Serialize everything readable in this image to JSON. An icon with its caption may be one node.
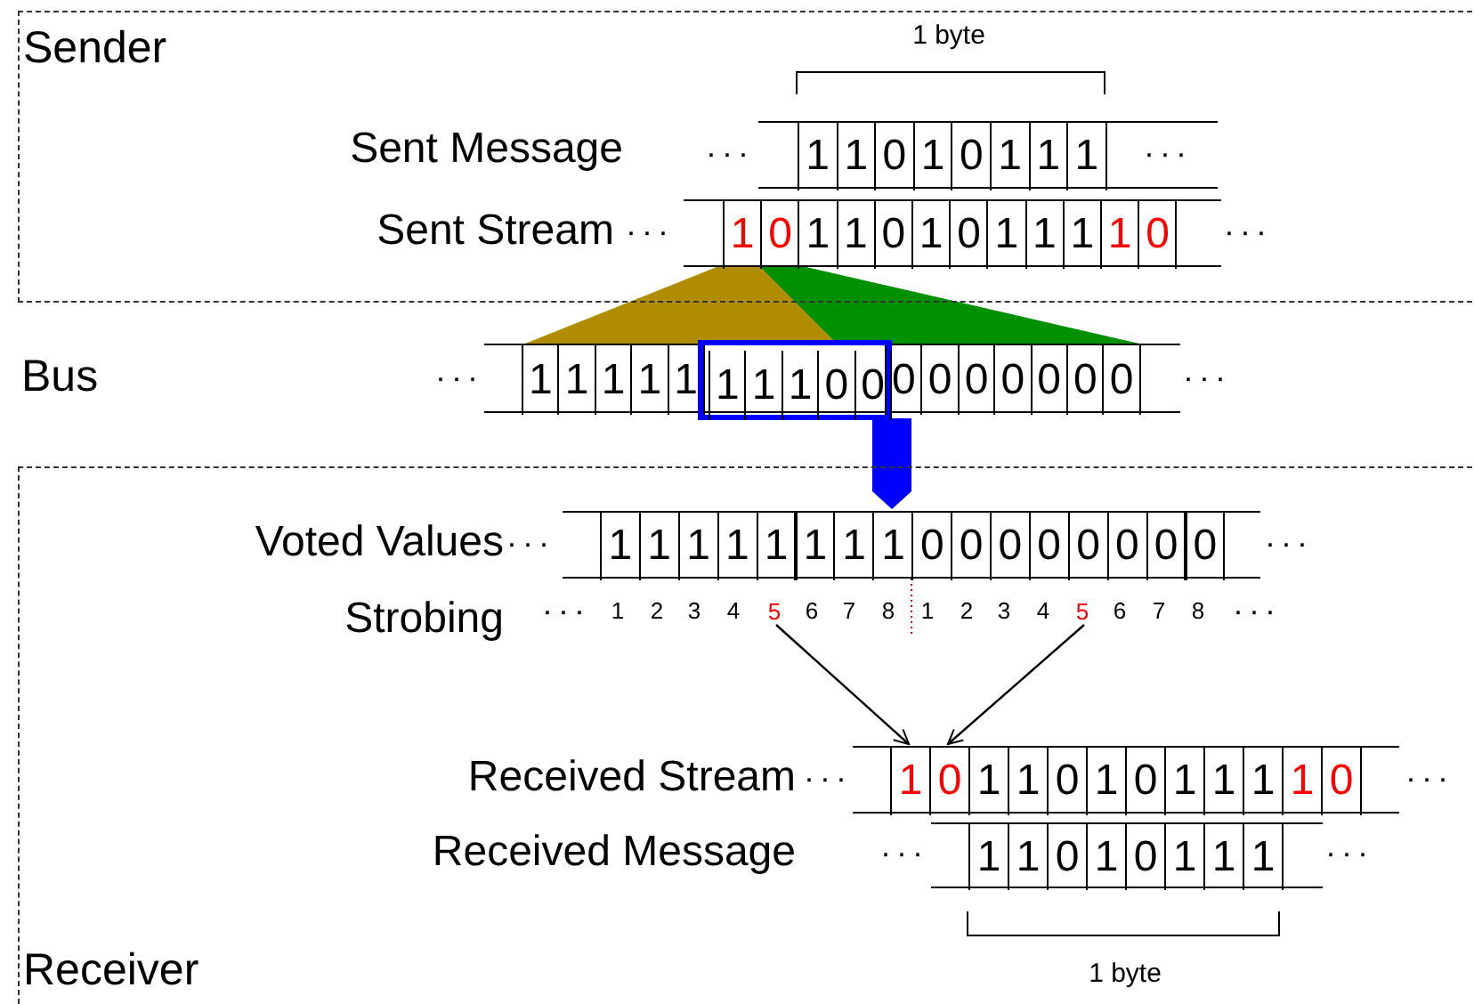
{
  "diagram": {
    "nodes": [
      {
        "text": [
          "Sender"
        ]
      },
      {
        "text": [],
        "shape": "bar",
        "in": 0
      },
      {
        "text": [
          "1"
        ],
        "in": 1
      },
      {
        "text": [
          "1"
        ],
        "in": 1
      },
      {
        "text": [
          "0"
        ],
        "in": 1
      },
      {
        "text": [
          "1"
        ],
        "in": 1
      },
      {
        "text": [
          "0"
        ],
        "in": 1
      },
      {
        "text": [
          "1"
        ],
        "in": 1
      },
      {
        "text": [
          "1"
        ],
        "in": 1
      },
      {
        "text": [
          "1"
        ],
        "in": 1
      },
      {
        "text": [],
        "shape": "bar",
        "in": 0
      },
      {
        "text": [
          "1"
        ],
        "in": 10
      },
      {
        "text": [
          "0"
        ],
        "in": 10
      },
      {
        "text": [
          "1"
        ],
        "in": 10
      },
      {
        "text": [
          "1"
        ],
        "in": 10
      },
      {
        "text": [
          "0"
        ],
        "in": 10
      },
      {
        "text": [
          "1"
        ],
        "in": 10
      },
      {
        "text": [
          "0"
        ],
        "in": 10
      },
      {
        "text": [
          "1"
        ],
        "in": 10
      },
      {
        "text": [
          "1"
        ],
        "in": 10
      },
      {
        "text": [
          "1"
        ],
        "in": 10
      },
      {
        "text": [
          "1"
        ],
        "in": 10
      },
      {
        "text": [
          "0"
        ],
        "in": 10
      },
      {
        "text": [],
        "shape": "bar"
      },
      {
        "text": [],
        "shape": "box",
        "in": 23
      },
      {
        "text": [
          "1"
        ],
        "in": 23
      },
      {
        "text": [
          "1"
        ],
        "in": 23
      },
      {
        "text": [
          "1"
        ],
        "in": 23
      },
      {
        "text": [
          "1"
        ],
        "in": 23
      },
      {
        "text": [
          "1"
        ],
        "in": 23
      },
      {
        "text": [
          "1"
        ],
        "in": 24
      },
      {
        "text": [
          "1"
        ],
        "in": 24
      },
      {
        "text": [
          "1"
        ],
        "in": 24
      },
      {
        "text": [
          "0"
        ],
        "in": 24
      },
      {
        "text": [
          "0"
        ],
        "in": 24
      },
      {
        "text": [
          "0"
        ],
        "in": 23
      },
      {
        "text": [
          "0"
        ],
        "in": 23
      },
      {
        "text": [
          "0"
        ],
        "in": 23
      },
      {
        "text": [
          "0"
        ],
        "in": 23
      },
      {
        "text": [
          "0"
        ],
        "in": 23
      },
      {
        "text": [
          "0"
        ],
        "in": 23
      },
      {
        "text": [
          "0"
        ],
        "in": 23
      },
      {
        "text": [
          "Receiver"
        ]
      },
      {
        "text": [],
        "shape": "bar",
        "in": 42
      },
      {
        "text": [
          "1"
        ],
        "in": 43
      },
      {
        "text": [
          "1"
        ],
        "in": 43
      },
      {
        "text": [
          "1"
        ],
        "in": 43
      },
      {
        "text": [
          "1"
        ],
        "in": 43
      },
      {
        "text": [
          "1"
        ],
        "in": 43
      },
      {
        "text": [
          "1"
        ],
        "in": 43
      },
      {
        "text": [
          "1"
        ],
        "in": 43
      },
      {
        "text": [
          "1"
        ],
        "in": 43
      },
      {
        "text": [
          "0"
        ],
        "in": 43
      },
      {
        "text": [
          "0"
        ],
        "in": 43
      },
      {
        "text": [
          "0"
        ],
        "in": 43
      },
      {
        "text": [
          "0"
        ],
        "in": 43
      },
      {
        "text": [
          "0"
        ],
        "in": 43
      },
      {
        "text": [
          "0"
        ],
        "in": 43
      },
      {
        "text": [
          "0"
        ],
        "in": 43
      },
      {
        "text": [
          "0"
        ],
        "in": 43
      },
      {
        "text": [
          "5"
        ],
        "in": 42
      },
      {
        "text": [
          "5"
        ],
        "in": 42
      },
      {
        "text": [],
        "shape": "bar",
        "in": 42
      },
      {
        "text": [
          "1"
        ],
        "in": 62
      },
      {
        "text": [
          "0"
        ],
        "in": 62
      },
      {
        "text": [
          "1"
        ],
        "in": 62
      },
      {
        "text": [
          "1"
        ],
        "in": 62
      },
      {
        "text": [
          "0"
        ],
        "in": 62
      },
      {
        "text": [
          "1"
        ],
        "in": 62
      },
      {
        "text": [
          "0"
        ],
        "in": 62
      },
      {
        "text": [
          "1"
        ],
        "in": 62
      },
      {
        "text": [
          "1"
        ],
        "in": 62
      },
      {
        "text": [
          "1"
        ],
        "in": 62
      },
      {
        "text": [
          "1"
        ],
        "in": 62
      },
      {
        "text": [
          "0"
        ],
        "in": 62
      },
      {
        "text": [],
        "shape": "bar",
        "in": 42
      },
      {
        "text": [
          "1"
        ],
        "in": 75
      },
      {
        "text": [
          "1"
        ],
        "in": 75
      },
      {
        "text": [
          "0"
        ],
        "in": 75
      },
      {
        "text": [
          "1"
        ],
        "in": 75
      },
      {
        "text": [
          "0"
        ],
        "in": 75
      },
      {
        "text": [
          "1"
        ],
        "in": 75
      },
      {
        "text": [
          "1"
        ],
        "in": 75
      },
      {
        "text": [
          "1"
        ],
        "in": 75
      }
    ],
    "edges": [
      {
        "from": 11,
        "to": 23,
        "arrow": "none",
        "style": "thick",
        "color": "#b08c00"
      },
      {
        "from": 12,
        "to": 23,
        "arrow": "none",
        "style": "thick",
        "color": "#009000"
      },
      {
        "from": 24,
        "to": 43,
        "arrow": "to",
        "style": "thick",
        "color": "#0000ff"
      },
      {
        "from": 60,
        "to": 63,
        "arrow": "to"
      },
      {
        "from": 61,
        "to": 64,
        "arrow": "to"
      }
    ],
    "labels": [
      "1 byte",
      "Sent Message",
      "···",
      "···",
      "Sent Stream",
      "···",
      "···",
      "Bus",
      "···",
      "···",
      "Voted Values",
      "···",
      "···",
      "Strobing",
      "···",
      "1",
      "2",
      "3",
      "4",
      "6",
      "7",
      "8",
      "1",
      "2",
      "3",
      "4",
      "6",
      "7",
      "8",
      "···",
      "Received Stream",
      "···",
      "···",
      "Received Message",
      "···",
      "···",
      "1 byte"
    ]
  }
}
